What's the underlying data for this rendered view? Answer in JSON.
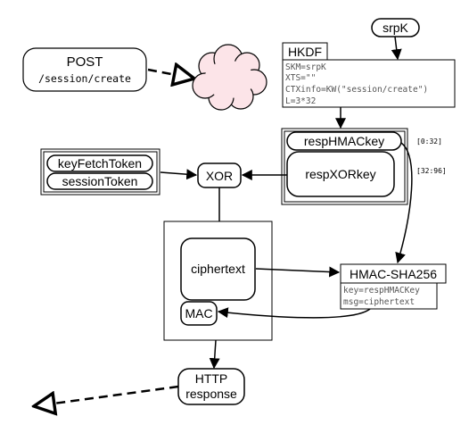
{
  "nodes": {
    "post": {
      "line1": "POST",
      "line2": "/session/create"
    },
    "srpk": "srpK",
    "hkdf": {
      "title": "HKDF",
      "params": [
        "SKM=srpK",
        "XTS=\"\"",
        "CTXinfo=KW(\"session/create\")",
        "L=3*32"
      ]
    },
    "resp_hmac_key": "respHMACkey",
    "resp_xor_key": "respXORkey",
    "range_hmac": "[0:32]",
    "range_xor": "[32:96]",
    "key_fetch_token": "keyFetchToken",
    "session_token": "sessionToken",
    "xor": "XOR",
    "ciphertext": "ciphertext",
    "mac": "MAC",
    "hmac": {
      "title": "HMAC-SHA256",
      "params": [
        "key=respHMACKey",
        "msg=ciphertext"
      ]
    },
    "http": {
      "line1": "HTTP",
      "line2": "response"
    }
  }
}
